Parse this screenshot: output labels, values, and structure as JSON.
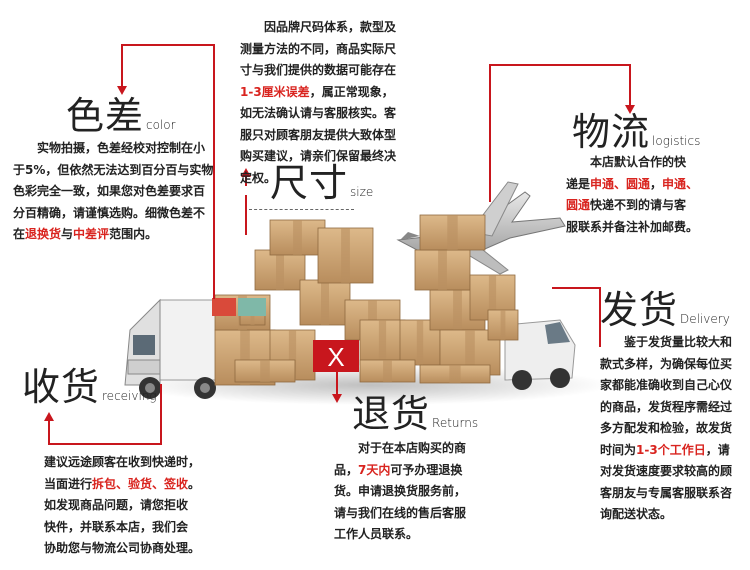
{
  "color": {
    "title": "色差",
    "title_en": "color",
    "lines": [
      [
        {
          "t": "实物拍摄，色差经校对控制在小"
        }
      ],
      [
        {
          "t": "于5%，但依然无法达到百分百与实物"
        }
      ],
      [
        {
          "t": "色彩完全一致，如果您对色差要求百"
        }
      ],
      [
        {
          "t": "分百精确，请谨慎选购。细微色差不"
        }
      ],
      [
        {
          "t": "在"
        },
        {
          "t": "退换货",
          "red": true
        },
        {
          "t": "与"
        },
        {
          "t": "中差评",
          "red": true
        },
        {
          "t": "范围内。"
        }
      ]
    ]
  },
  "size": {
    "title": "尺寸",
    "title_en": "size",
    "lines": [
      [
        {
          "t": "因品牌尺码体系，款型及"
        }
      ],
      [
        {
          "t": "测量方法的不同，商品实际尺"
        }
      ],
      [
        {
          "t": "寸与我们提供的数据可能存在"
        }
      ],
      [
        {
          "t": "1-3厘米误差",
          "red": true
        },
        {
          "t": "，属正常现象，"
        }
      ],
      [
        {
          "t": "如无法确认请与客服核实。客"
        }
      ],
      [
        {
          "t": "服只对顾客朋友提供大致体型"
        }
      ],
      [
        {
          "t": "购买建议，请亲们保留最终决"
        }
      ],
      [
        {
          "t": "定权。"
        }
      ]
    ]
  },
  "logistics": {
    "title": "物流",
    "title_en": "logistics",
    "lines": [
      [
        {
          "t": "本店默认合作的快"
        }
      ],
      [
        {
          "t": "递是"
        },
        {
          "t": "申通、圆通",
          "red": true
        },
        {
          "t": "，"
        },
        {
          "t": "申通、",
          "red": true
        }
      ],
      [
        {
          "t": "圆通",
          "red": true
        },
        {
          "t": "快递不到的请与客"
        }
      ],
      [
        {
          "t": "服联系并备注补加邮费。"
        }
      ]
    ]
  },
  "delivery": {
    "title": "发货",
    "title_en": "Delivery",
    "lines": [
      [
        {
          "t": "鉴于发货量比较大和"
        }
      ],
      [
        {
          "t": "款式多样，为确保每位买"
        }
      ],
      [
        {
          "t": "家都能准确收到自己心仪"
        }
      ],
      [
        {
          "t": "的商品，发货程序需经过"
        }
      ],
      [
        {
          "t": "多方配发和检验，故发货"
        }
      ],
      [
        {
          "t": "时间为"
        },
        {
          "t": "1-3个工作日",
          "red": true
        },
        {
          "t": "，请"
        }
      ],
      [
        {
          "t": "对发货速度要求较高的顾"
        }
      ],
      [
        {
          "t": "客朋友与专属客服联系咨"
        }
      ],
      [
        {
          "t": "询配送状态。"
        }
      ]
    ]
  },
  "receiving": {
    "title": "收货",
    "title_en": "receiving",
    "lines": [
      [
        {
          "t": "建议远途顾客在收到快递时，"
        }
      ],
      [
        {
          "t": "当面进行"
        },
        {
          "t": "拆包、验货、签收",
          "red": true
        },
        {
          "t": "。"
        }
      ],
      [
        {
          "t": "如发现商品问题，请您拒收"
        }
      ],
      [
        {
          "t": "快件，并联系本店，我们会"
        }
      ],
      [
        {
          "t": "协助您与物流公司协商处理。"
        }
      ]
    ]
  },
  "returns": {
    "title": "退货",
    "title_en": "Returns",
    "lines": [
      [
        {
          "t": "对于在本店购买的商"
        }
      ],
      [
        {
          "t": "品，"
        },
        {
          "t": "7天内",
          "red": true
        },
        {
          "t": "可予办理退换"
        }
      ],
      [
        {
          "t": "货。申请退换货服务前，"
        }
      ],
      [
        {
          "t": "请与我们在线的售后客服"
        }
      ],
      [
        {
          "t": "工作人员联系。"
        }
      ]
    ]
  },
  "box_mark": "X",
  "colors": {
    "accent": "#c8161d",
    "cardboard": "#c9a273",
    "text": "#222222"
  }
}
